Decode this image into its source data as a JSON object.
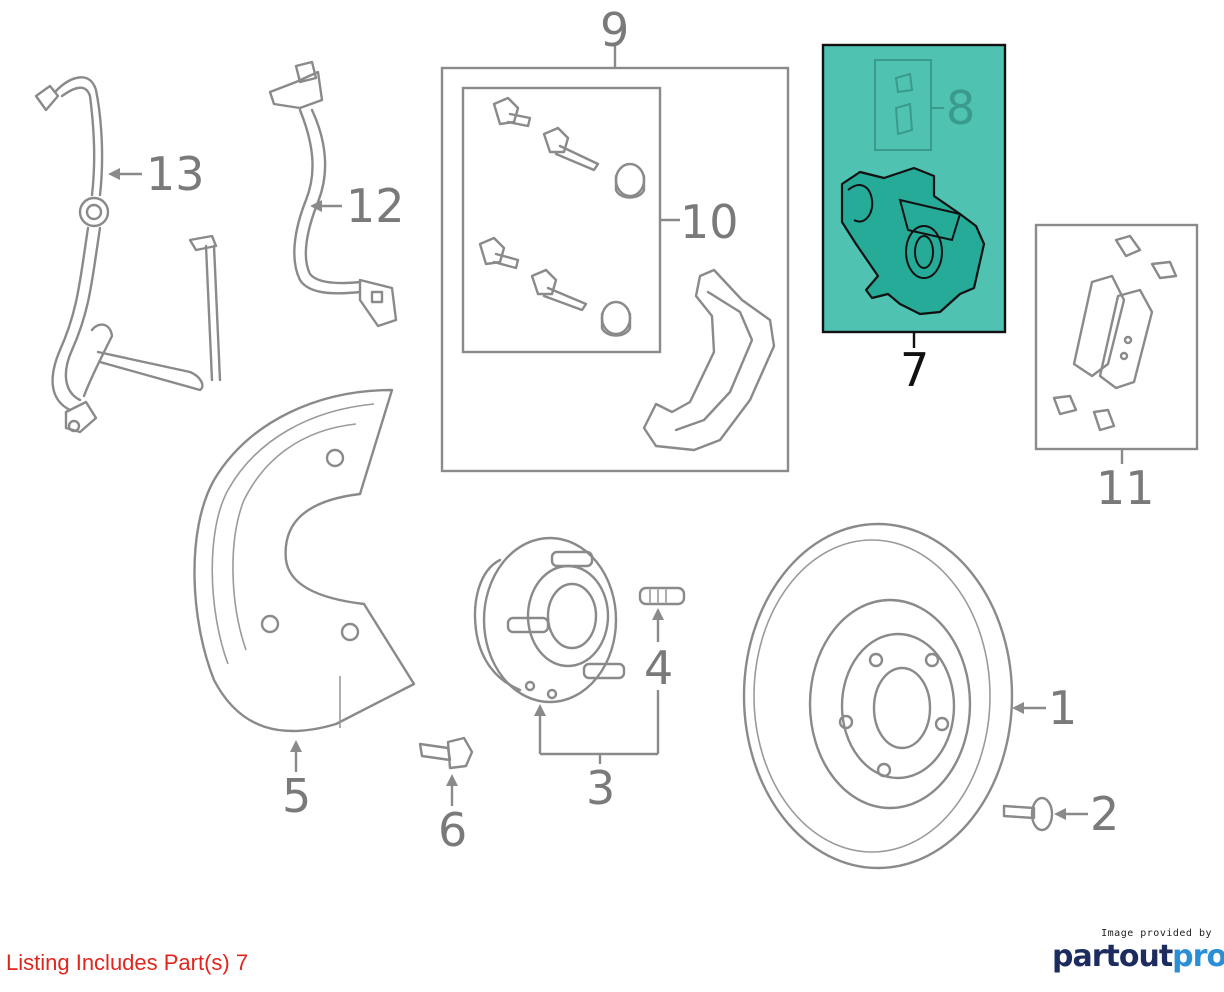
{
  "callouts": {
    "c1": "1",
    "c2": "2",
    "c3": "3",
    "c4": "4",
    "c5": "5",
    "c6": "6",
    "c7": "7",
    "c8": "8",
    "c9": "9",
    "c10": "10",
    "c11": "11",
    "c12": "12",
    "c13": "13"
  },
  "highlight": {
    "part": "7",
    "fill": "#4fc2b2",
    "stroke": "#111111"
  },
  "footer": {
    "listing_note": "Listing Includes Part(s) 7",
    "credit_small": "Image provided by",
    "credit_brand_a": "partout",
    "credit_brand_b": "pro"
  },
  "colors": {
    "line": "#8a8a8a",
    "note_red": "#e0261c",
    "brand_dark": "#1c2c5e",
    "brand_blue": "#2a8fd6"
  }
}
